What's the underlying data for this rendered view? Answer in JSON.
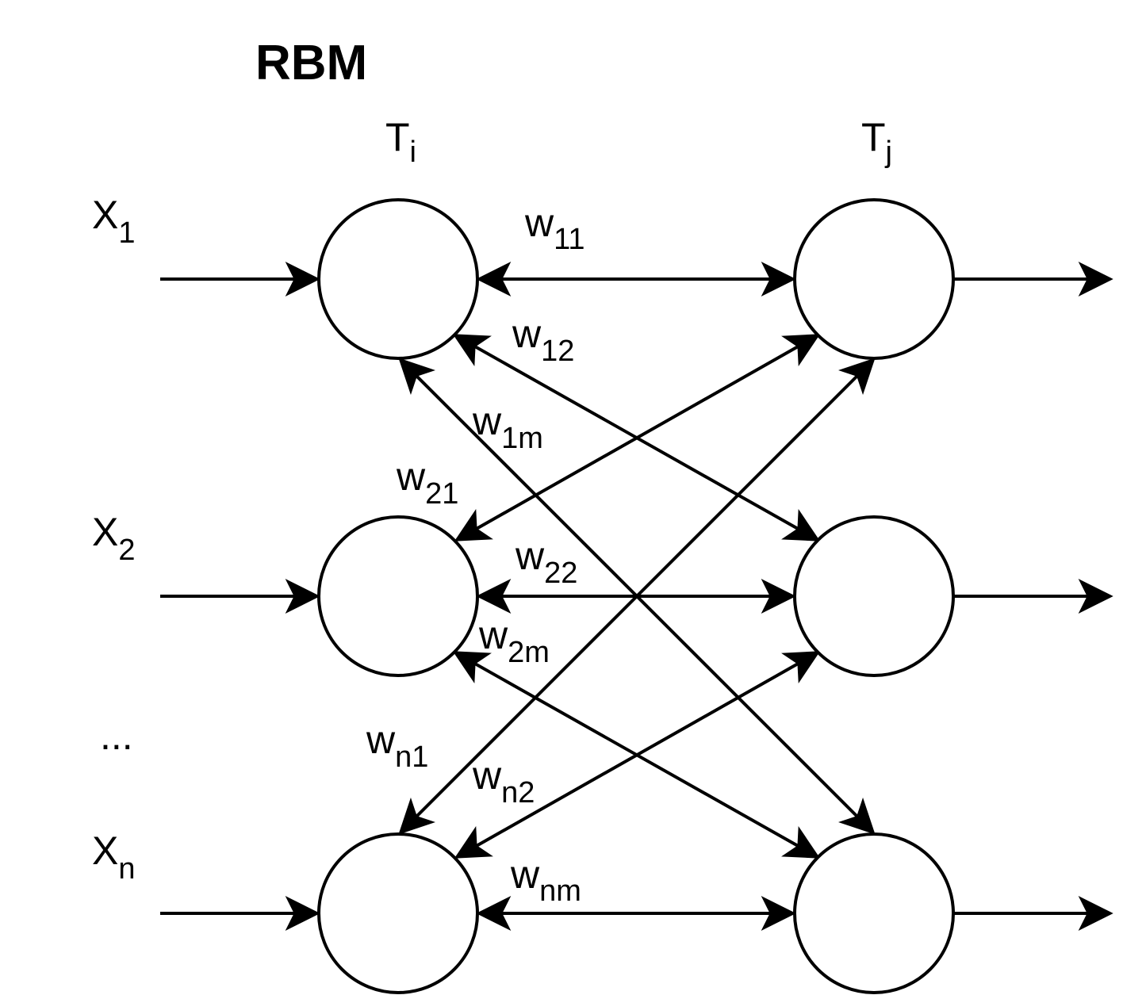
{
  "title": "RBM",
  "layer_labels": {
    "left": {
      "base": "T",
      "sub": "i"
    },
    "right": {
      "base": "T",
      "sub": "j"
    }
  },
  "inputs": [
    {
      "base": "X",
      "sub": "1"
    },
    {
      "base": "X",
      "sub": "2"
    },
    {
      "base": "...",
      "sub": ""
    },
    {
      "base": "X",
      "sub": "n"
    }
  ],
  "weights": [
    {
      "id": "w11",
      "base": "w",
      "sub": "11"
    },
    {
      "id": "w12",
      "base": "w",
      "sub": "12"
    },
    {
      "id": "w1m",
      "base": "w",
      "sub": "1m"
    },
    {
      "id": "w21",
      "base": "w",
      "sub": "21"
    },
    {
      "id": "w22",
      "base": "w",
      "sub": "22"
    },
    {
      "id": "w2m",
      "base": "w",
      "sub": "2m"
    },
    {
      "id": "wn1",
      "base": "w",
      "sub": "n1"
    },
    {
      "id": "wn2",
      "base": "w",
      "sub": "n2"
    },
    {
      "id": "wnm",
      "base": "w",
      "sub": "nm"
    }
  ]
}
